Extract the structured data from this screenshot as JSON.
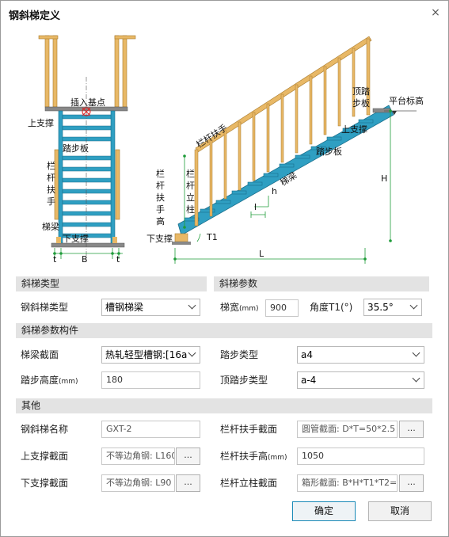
{
  "window": {
    "title": "钢斜梯定义",
    "close_glyph": "×"
  },
  "diagram": {
    "left_view": {
      "insert_point": "插入基点",
      "upper_support": "上支撑",
      "tread": "踏步板",
      "rail_chars": [
        "栏",
        "杆",
        "扶",
        "手"
      ],
      "stringer": "梯梁",
      "lower_support": "下支撑",
      "t_left": "t",
      "b": "B",
      "t_right": "t"
    },
    "right_view": {
      "top_tread_chars": [
        "顶踏",
        "步板"
      ],
      "platform_elev": "平台标高",
      "upper_support": "上支撑",
      "handrail": "栏杆扶手",
      "tread": "踏步板",
      "stringer": "梯梁",
      "rail_height_chars": [
        "栏",
        "杆",
        "扶",
        "手",
        "高"
      ],
      "post_chars": [
        "栏",
        "杆",
        "立",
        "柱"
      ],
      "h_small": "h",
      "l_small": "l",
      "lower_support": "下支撑",
      "t1": "T1",
      "H": "H",
      "L": "L"
    }
  },
  "sections": {
    "type": "斜梯类型",
    "params": "斜梯参数",
    "components": "斜梯参数构件",
    "other": "其他"
  },
  "fields": {
    "ladder_type": {
      "label": "钢斜梯类型",
      "value": "槽钢梯梁"
    },
    "width": {
      "label": "梯宽",
      "unit": "(mm)",
      "value": "900"
    },
    "angle": {
      "label": "角度T1(°)",
      "value": "35.5°"
    },
    "stringer_section": {
      "label": "梯梁截面",
      "value": "热轧轻型槽钢:[16a"
    },
    "tread_type": {
      "label": "踏步类型",
      "value": "a4"
    },
    "tread_height": {
      "label": "踏步高度",
      "unit": "(mm)",
      "value": "180"
    },
    "top_tread_type": {
      "label": "顶踏步类型",
      "value": "a-4"
    },
    "name": {
      "label": "钢斜梯名称",
      "value": "GXT-2"
    },
    "handrail_section": {
      "label": "栏杆扶手截面",
      "value": "圆管截面: D*T=50*2.5"
    },
    "upper_support": {
      "label": "上支撑截面",
      "value": "不等边角钢: L160"
    },
    "handrail_height": {
      "label": "栏杆扶手高",
      "unit": "(mm)",
      "value": "1050"
    },
    "lower_support": {
      "label": "下支撑截面",
      "value": "不等边角钢: L90"
    },
    "post_section": {
      "label": "栏杆立柱截面",
      "value": "箱形截面: B*H*T1*T2=2"
    }
  },
  "browse_label": "...",
  "buttons": {
    "ok": "确定",
    "cancel": "取消"
  },
  "colors": {
    "steel": "#2f9fc2",
    "rail": "#e8b866",
    "dim": "#1f9c3a",
    "accent": "#1a8ab7"
  }
}
